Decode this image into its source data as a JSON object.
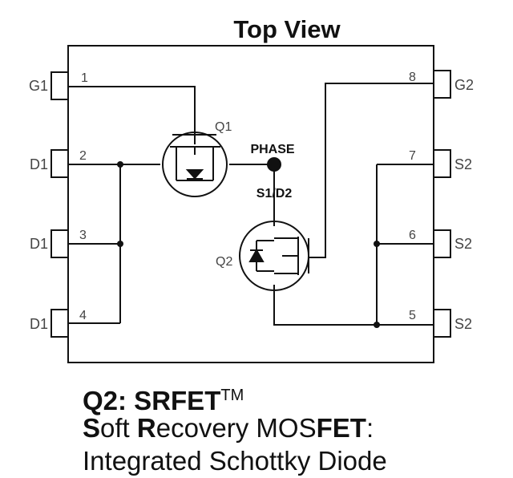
{
  "title": "Top View",
  "pins": [
    {
      "number": "1",
      "name": "G1"
    },
    {
      "number": "2",
      "name": "D1"
    },
    {
      "number": "3",
      "name": "D1"
    },
    {
      "number": "4",
      "name": "D1"
    },
    {
      "number": "5",
      "name": "S2"
    },
    {
      "number": "6",
      "name": "S2"
    },
    {
      "number": "7",
      "name": "S2"
    },
    {
      "number": "8",
      "name": "G2"
    }
  ],
  "transistors": {
    "q1": "Q1",
    "q2": "Q2"
  },
  "node_labels": {
    "phase": "PHASE",
    "s1d2": "S1/D2"
  },
  "caption": {
    "line1_bold": "Q2: SRFET",
    "line1_sup": "TM",
    "line2_parts": [
      {
        "text": "S",
        "bold": true
      },
      {
        "text": "oft ",
        "bold": false
      },
      {
        "text": "R",
        "bold": true
      },
      {
        "text": "ecovery MOS",
        "bold": false
      },
      {
        "text": "FET",
        "bold": true
      },
      {
        "text": ":",
        "bold": false
      }
    ],
    "line3": "Integrated Schottky Diode"
  }
}
